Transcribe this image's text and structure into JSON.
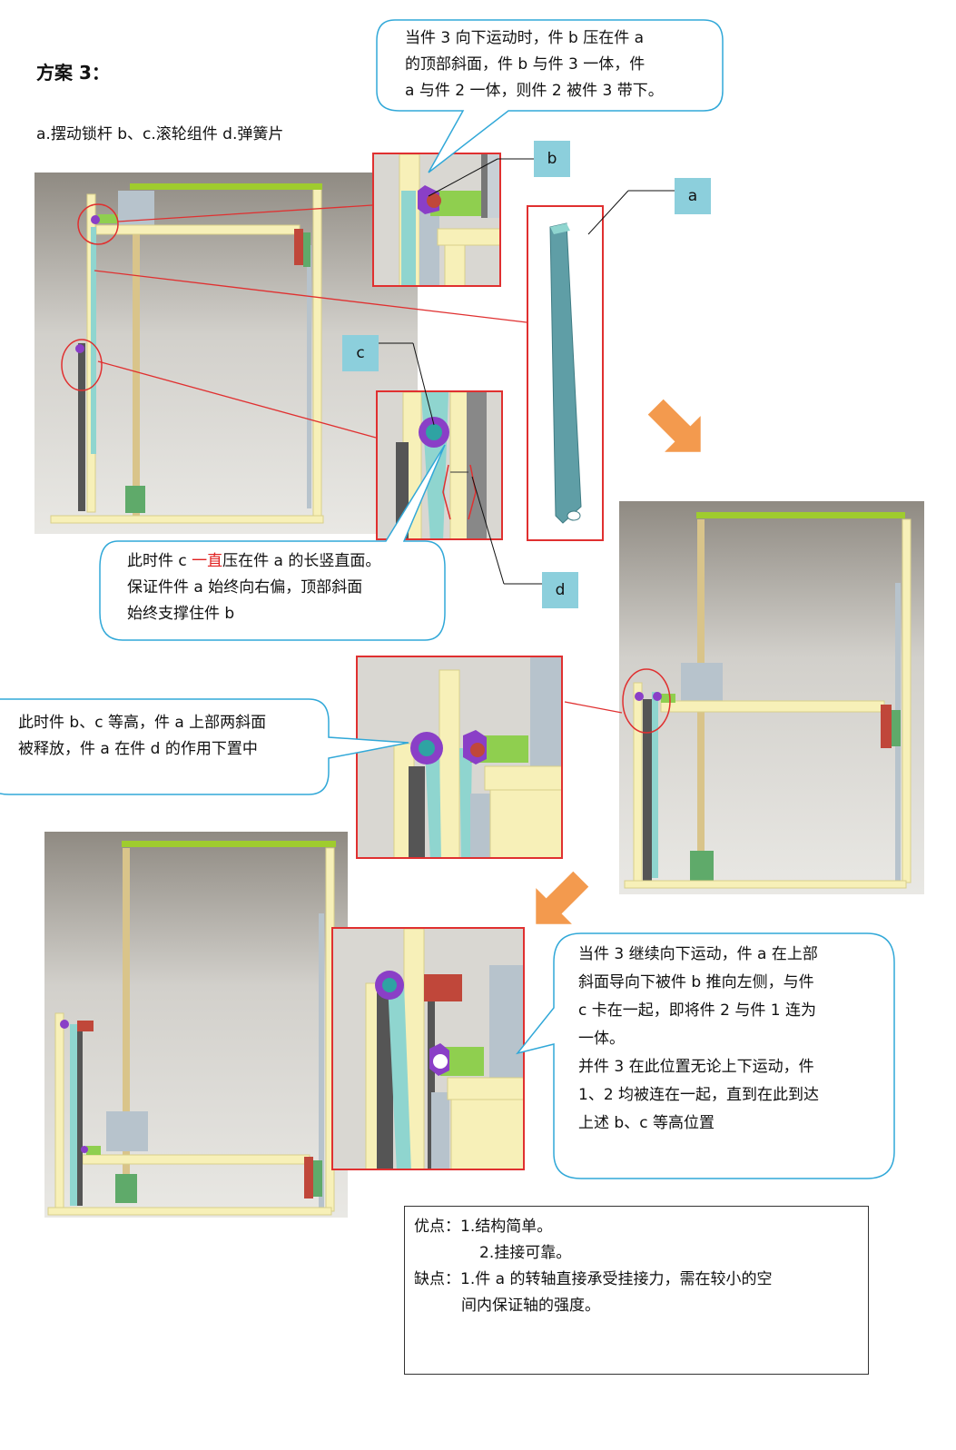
{
  "heading": "方案 3：",
  "legend": "a.摆动锁杆    b、c.滚轮组件    d.弹簧片",
  "labels": {
    "a": "a",
    "b": "b",
    "c": "c",
    "d": "d"
  },
  "bubbles": {
    "top_right": [
      "当件 3 向下运动时，件 b 压在件 a",
      "的顶部斜面，件 b 与件 3 一体，件",
      "a 与件 2 一体，则件 2 被件 3 带下。"
    ],
    "mid": {
      "line1_before": "此时件 c ",
      "line1_red": "一直",
      "line1_after": "压在件 a 的长竖直面。",
      "line2": "保证件件 a 始终向右偏，顶部斜面",
      "line3": "始终支撑住件 b"
    },
    "left": [
      "此时件 b、c 等高，件 a 上部两斜面",
      "被释放，件 a 在件 d 的作用下置中"
    ],
    "bottom_right": [
      "当件 3 继续向下运动，件 a 在上部",
      "斜面导向下被件 b 推向左侧，与件",
      "c 卡在一起，即将件 2 与件 1 连为",
      "一体。",
      "并件 3 在此位置无论上下运动，件",
      "1、2 均被连在一起，直到在此到达",
      "上述 b、c 等高位置"
    ]
  },
  "pros_cons": {
    "line1": "优点：1.结构简单。",
    "line2": "2.挂接可靠。",
    "line3": "缺点：1.件 a 的转轴直接承受挂接力，需在较小的空",
    "line4": "间内保证轴的强度。"
  },
  "colors": {
    "frame": "#f7f0b8",
    "frame_edge": "#d8cf8a",
    "green_bar": "#9fcc2e",
    "column": "#d9c48a",
    "grey_block": "#b7c3cc",
    "red_block": "#c0473a",
    "green_block": "#5faa6a",
    "purple": "#8a3fc7",
    "teal": "#2fa3a3",
    "lock_bar": "#5f9ea6",
    "lime": "#8fcf4f",
    "arrow": "#f39a4e",
    "callout_border": "#31a8d8",
    "red_line": "#e03030"
  }
}
